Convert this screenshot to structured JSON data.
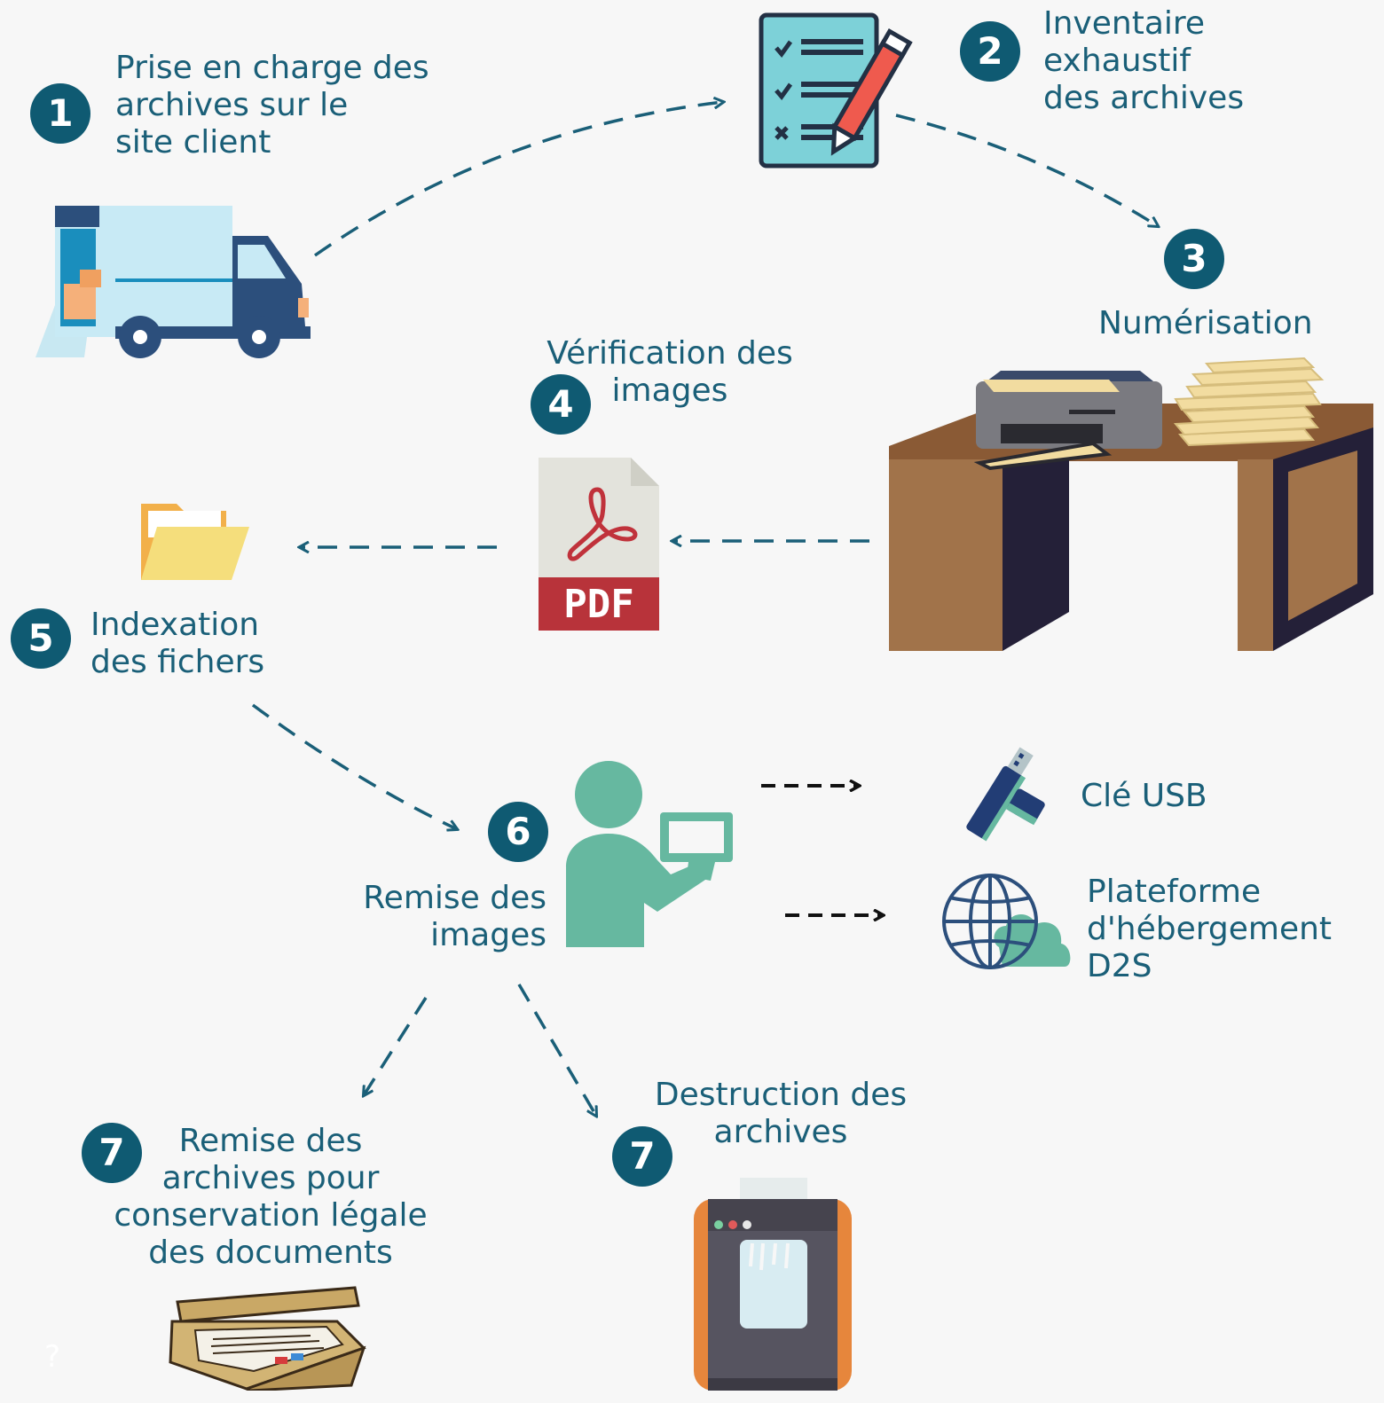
{
  "steps": [
    {
      "number": "1",
      "label": "Prise en charge des\narchives sur le\nsite client",
      "icon": "truck-icon"
    },
    {
      "number": "2",
      "label": "Inventaire\nexhaustif\ndes archives",
      "icon": "checklist-icon"
    },
    {
      "number": "3",
      "label": "Numérisation",
      "icon": "scanner-desk-icon"
    },
    {
      "number": "4",
      "label": "Vérification des\nimages",
      "icon": "pdf-file-icon"
    },
    {
      "number": "5",
      "label": "Indexation\ndes fichers",
      "icon": "folder-icon"
    },
    {
      "number": "6",
      "label": "Remise des\nimages",
      "icon": "person-delivering-icon"
    },
    {
      "number": "7",
      "label": "Remise des\narchives pour\nconservation légale\ndes documents",
      "icon": "archive-box-icon"
    },
    {
      "number": "7",
      "label": "Destruction des\narchives",
      "icon": "shredder-icon"
    }
  ],
  "outputs": [
    {
      "label": "Clé USB",
      "icon": "usb-key-icon"
    },
    {
      "label": "Plateforme\nd'hébergement\nD2S",
      "icon": "globe-cloud-icon"
    }
  ],
  "pdf_text": "PDF",
  "corner_mark": "?",
  "colors": {
    "badge": "#0f5a72",
    "text": "#1a5f78",
    "arrow": "#1a5f78",
    "person": "#66b8a0",
    "pdf_red": "#b8333a",
    "background": "#f7f7f7"
  }
}
